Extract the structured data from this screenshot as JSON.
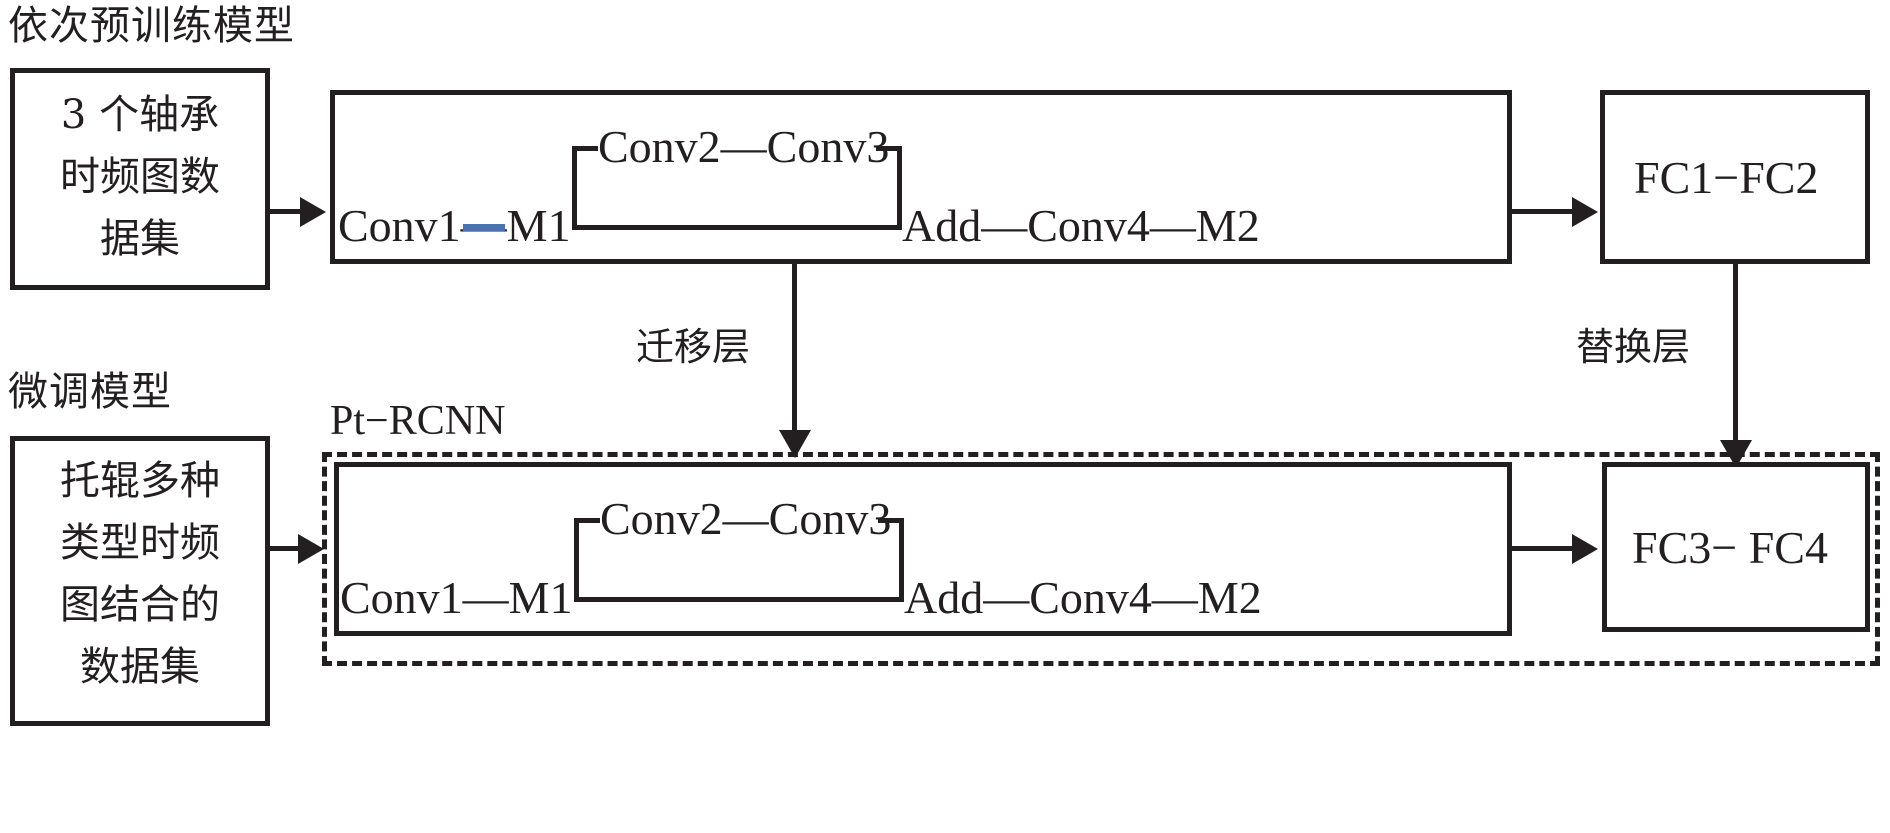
{
  "figure": {
    "type": "block-diagram",
    "title_top": "依次预训练模型",
    "title_bottom": "微调模型"
  },
  "pretrain": {
    "dataset_box": {
      "label": "3 个轴承\n时频图数\n据集"
    },
    "backbone": {
      "left_label": "Conv1—M1",
      "branch_label": "Conv2—Conv3",
      "right_label": "Add—Conv4—M2"
    },
    "head_box": {
      "label": "FC1−FC2"
    }
  },
  "finetune": {
    "dataset_box": {
      "label": "托辊多种\n类型时频\n图结合的\n数据集"
    },
    "group_label": "Pt−RCNN",
    "backbone": {
      "left_label": "Conv1—M1",
      "branch_label": "Conv2—Conv3",
      "right_label": "Add—Conv4—M2"
    },
    "head_box": {
      "label": "FC3− FC4"
    }
  },
  "connectors": {
    "transfer_label": "迁移层",
    "replace_label": "替换层"
  },
  "colors": {
    "stroke": "#231f20",
    "accent_blue": "#4a72b0",
    "background": "#ffffff"
  }
}
